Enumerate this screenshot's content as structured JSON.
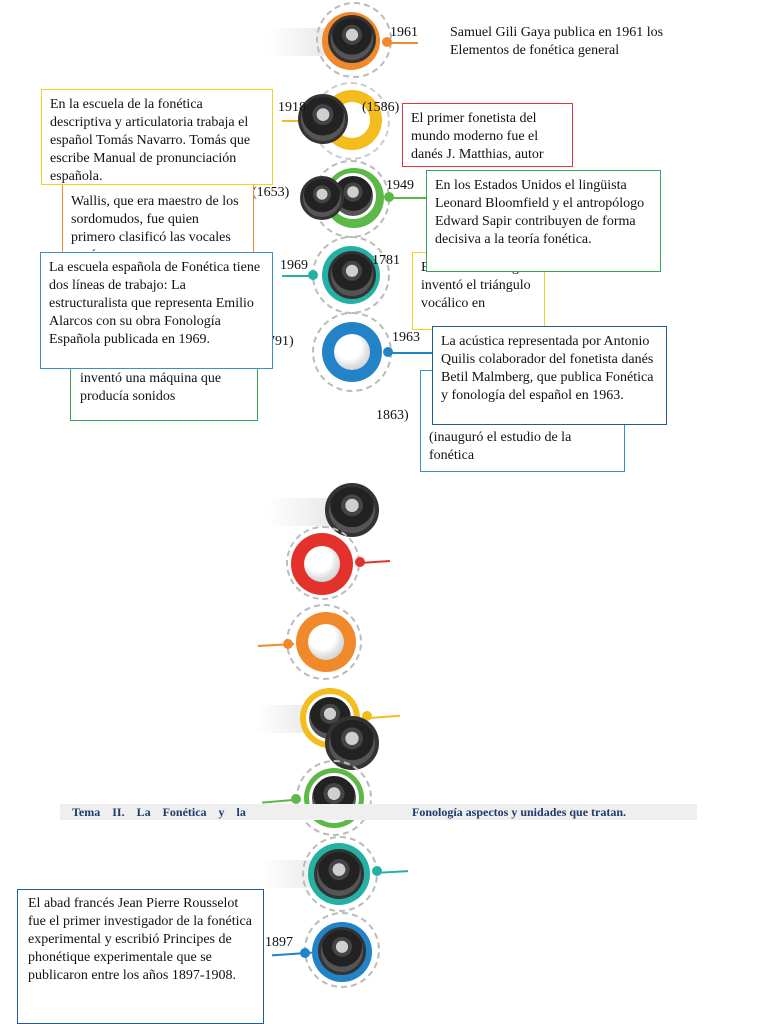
{
  "colors": {
    "orange": "#f0892a",
    "yellow": "#f2bd1d",
    "green": "#5cb847",
    "teal": "#24b1a4",
    "blue": "#2383c8",
    "red": "#e3312c",
    "box_yellow": "#f2d22a",
    "box_red": "#e0353a",
    "box_green": "#3aa35a",
    "box_blue": "#3a8fd0",
    "box_navy": "#1e5d9e"
  },
  "years": {
    "y1961": "1961",
    "y1918": "1918",
    "y1586": "(1586)",
    "y1653": "(1653)",
    "y1949": "1949",
    "y1969": "1969",
    "y1781": "1781",
    "y1791": "791)",
    "y1963": "1963",
    "y1863": "1863)",
    "y1897": "1897"
  },
  "boxes": {
    "gili_gaya": "Samuel Gili Gaya publica en 1961 los Elementos de fonética general",
    "navarro": "En la escuela de la fonética descriptiva y articulatoria trabaja el español Tomás Navarro. Tomás que escribe Manual de pronunciación española.",
    "matthias": "El primer fonetista del mundo moderno fue el danés J. Matthias, autor del tratado De Litteris",
    "wallis": "Wallis, que era maestro de los sordomudos, fue quien primero clasificó las vocales según",
    "bloomfield": "En los Estados Unidos el lingüista Leonard Bloomfield y el antropólogo Edward Sapir contribuyen de forma decisiva a la teoría fonética.",
    "escuela": "La escuela española de Fonética tiene dos líneas de trabajo: La estructuralista que representa Emilio Alarcos con su obra Fonología Española publicada en 1969.",
    "hellwag": "En 1781 Hellwag inventó el triángulo vocálico en",
    "kempelen": "inventó una máquina que producía sonidos",
    "quilis": "La acústica representada por Antonio Quilis colaborador del fonetista danés Betil Malmberg, que publica Fonética y fonología del español en 1963.",
    "inauguro": "(inauguró el estudio de la fonética",
    "rousselot": "El abad francés Jean Pierre Rousselot fue el primer investigador de la fonética experimental y escribió Principes de phonétique experimentale que se publicaron entre los años 1897-1908."
  },
  "title_band": {
    "left": "Tema II. La Fonética y la",
    "right": "Fonología aspectos y unidades que tratan."
  },
  "icons": [
    "portrait-photo",
    "blank-disc"
  ]
}
